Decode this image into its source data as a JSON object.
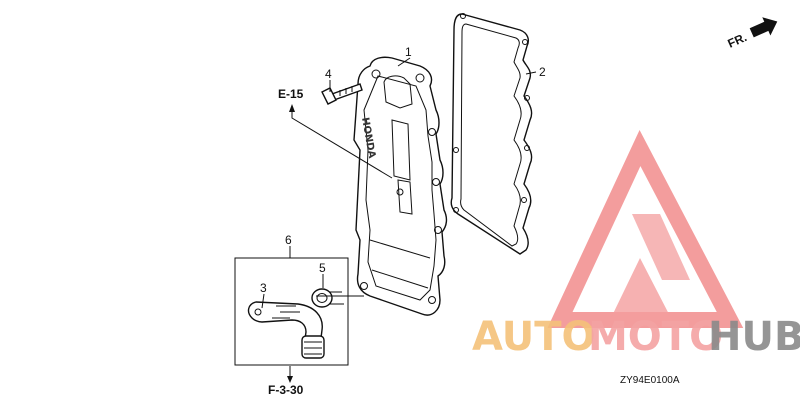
{
  "diagram": {
    "part_numbers": {
      "p1": "1",
      "p2": "2",
      "p3": "3",
      "p4": "4",
      "p5": "5",
      "p6": "6"
    },
    "references": {
      "e15": "E-15",
      "f330": "F-3-30"
    },
    "front_indicator": "FR.",
    "cover_brand": "HONDA",
    "diagram_code": "ZY94E0100A"
  },
  "watermark": {
    "text_auto": "AUTO",
    "text_moto": "MOTO",
    "text_hub": "HUB",
    "colors": {
      "auto": "#f5c17a",
      "moto": "#f4a3a3",
      "hub": "#8a8a8a",
      "logo": "#f28c8c"
    }
  }
}
